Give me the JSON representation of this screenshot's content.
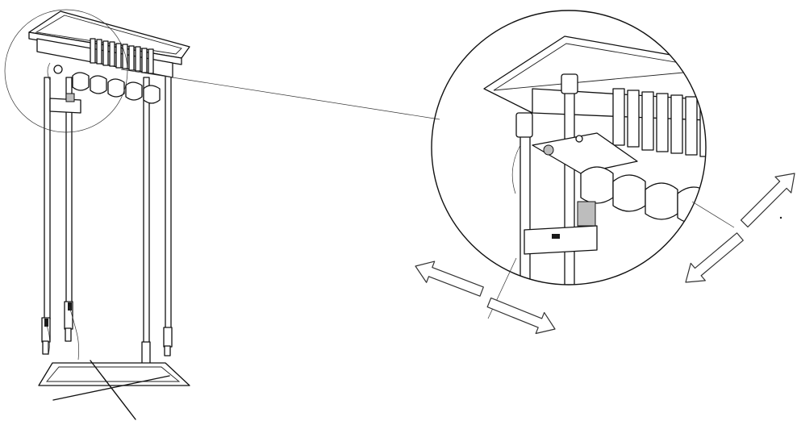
{
  "diagram": {
    "background": "#ffffff",
    "line_color": "#111111",
    "shade_color": "#bdbdbd",
    "components": [
      "mounting-frame",
      "support-rods",
      "base-plate",
      "detail-callout",
      "direction-arrows"
    ],
    "arrows": [
      {
        "name": "arrow-left-outward",
        "direction": "up-left"
      },
      {
        "name": "arrow-right-outward",
        "direction": "down-right"
      },
      {
        "name": "arrow-upper-right",
        "direction": "up-right"
      },
      {
        "name": "arrow-lower-left",
        "direction": "down-left"
      }
    ]
  }
}
